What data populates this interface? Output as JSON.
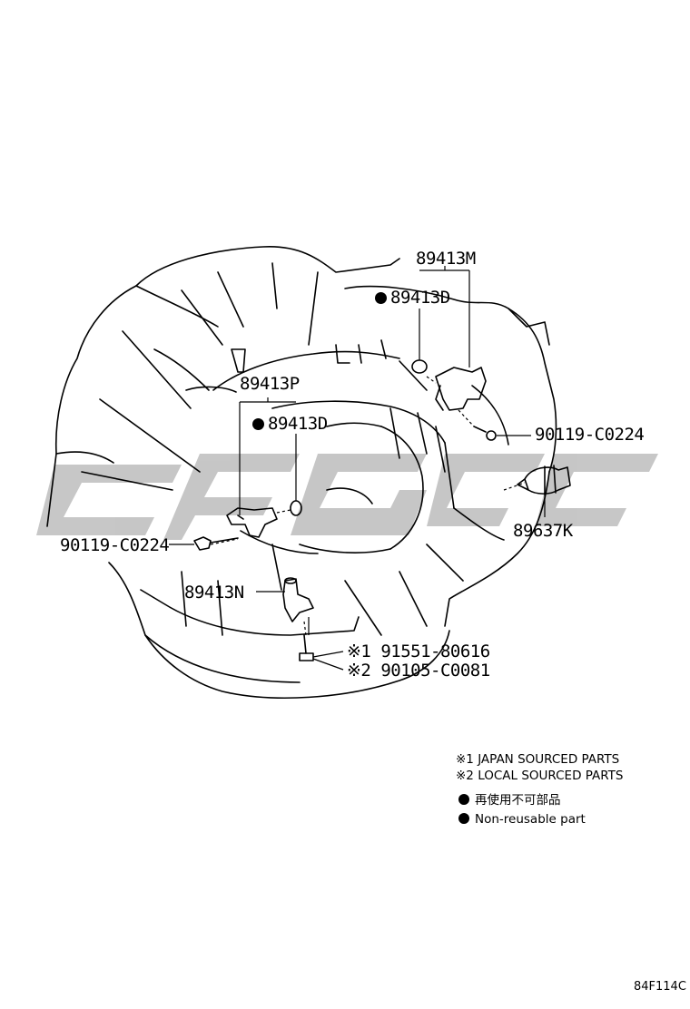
{
  "parts": {
    "p1": "89413M",
    "p2": "89413D",
    "p3": "89413P",
    "p4": "89413D",
    "p5": "90119-C0224",
    "p6": "89637K",
    "p7": "90119-C0224",
    "p8": "89413N",
    "p9": "91551-80616",
    "p10": "90105-C0081"
  },
  "marks": {
    "m1": "※1",
    "m2": "※2"
  },
  "legend": {
    "l1": "※1  JAPAN SOURCED PARTS",
    "l2": "※2  LOCAL SOURCED PARTS",
    "l3": "再使用不可部品",
    "l4": "Non-reusable part"
  },
  "diagram_code": "84F114C",
  "icons": {
    "non_reusable": "filled-circle-icon",
    "watermark": "watermark-logo"
  }
}
